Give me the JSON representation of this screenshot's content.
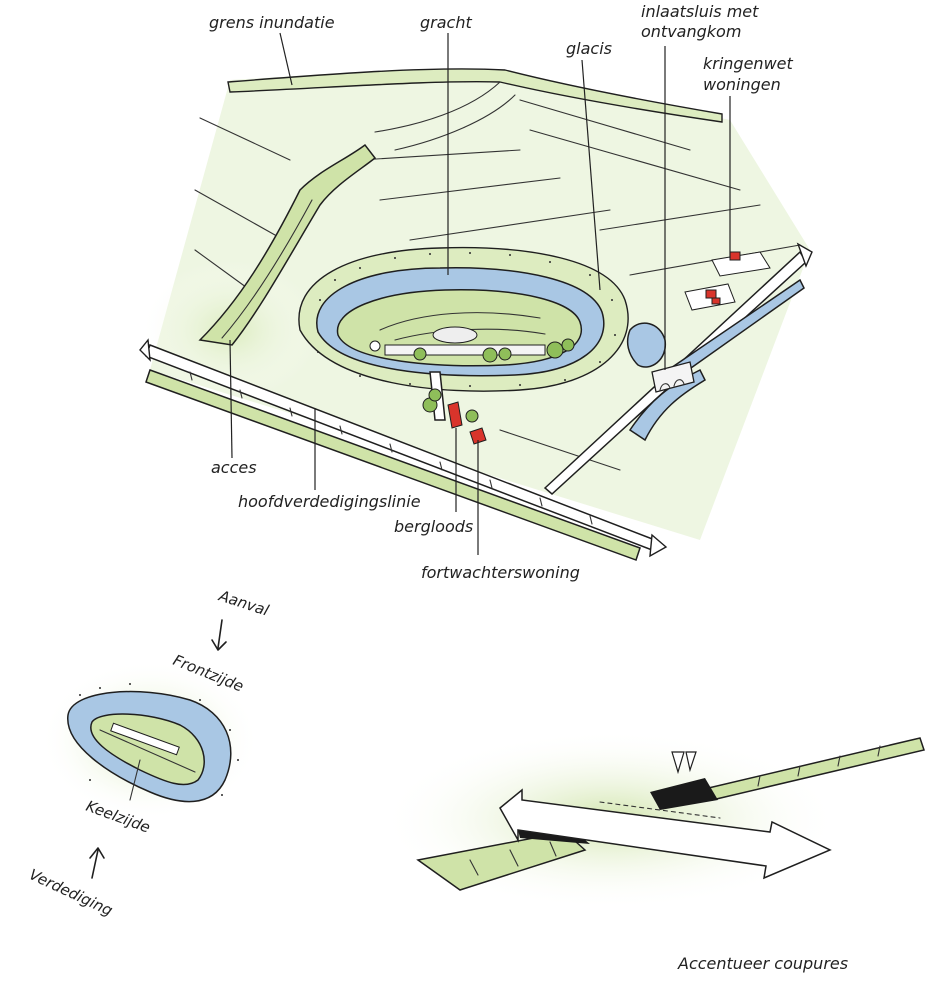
{
  "labels": {
    "grens_inundatie": "grens inundatie",
    "gracht": "gracht",
    "inlaatsluis_line1": "inlaatsluis met",
    "inlaatsluis_line2": "ontvangkom",
    "glacis": "glacis",
    "kringenwet_line1": "kringenwet",
    "kringenwet_line2": "woningen",
    "acces": "acces",
    "hoofdverdedigingslinie": "hoofdverdedigingslinie",
    "bergloods": "bergloods",
    "fortwachterswoning": "fortwachterswoning",
    "aanval": "Aanval",
    "frontzijde": "Frontzijde",
    "keelzijde": "Keelzijde",
    "verdediging": "Verdediging",
    "accentueer_coupures": "Accentueer coupures"
  },
  "colors": {
    "grass": "#cfe3a8",
    "meadow": "#eef6e2",
    "water": "#a9c7e4",
    "house": "#d9342b",
    "ink": "#1f1f1f"
  }
}
